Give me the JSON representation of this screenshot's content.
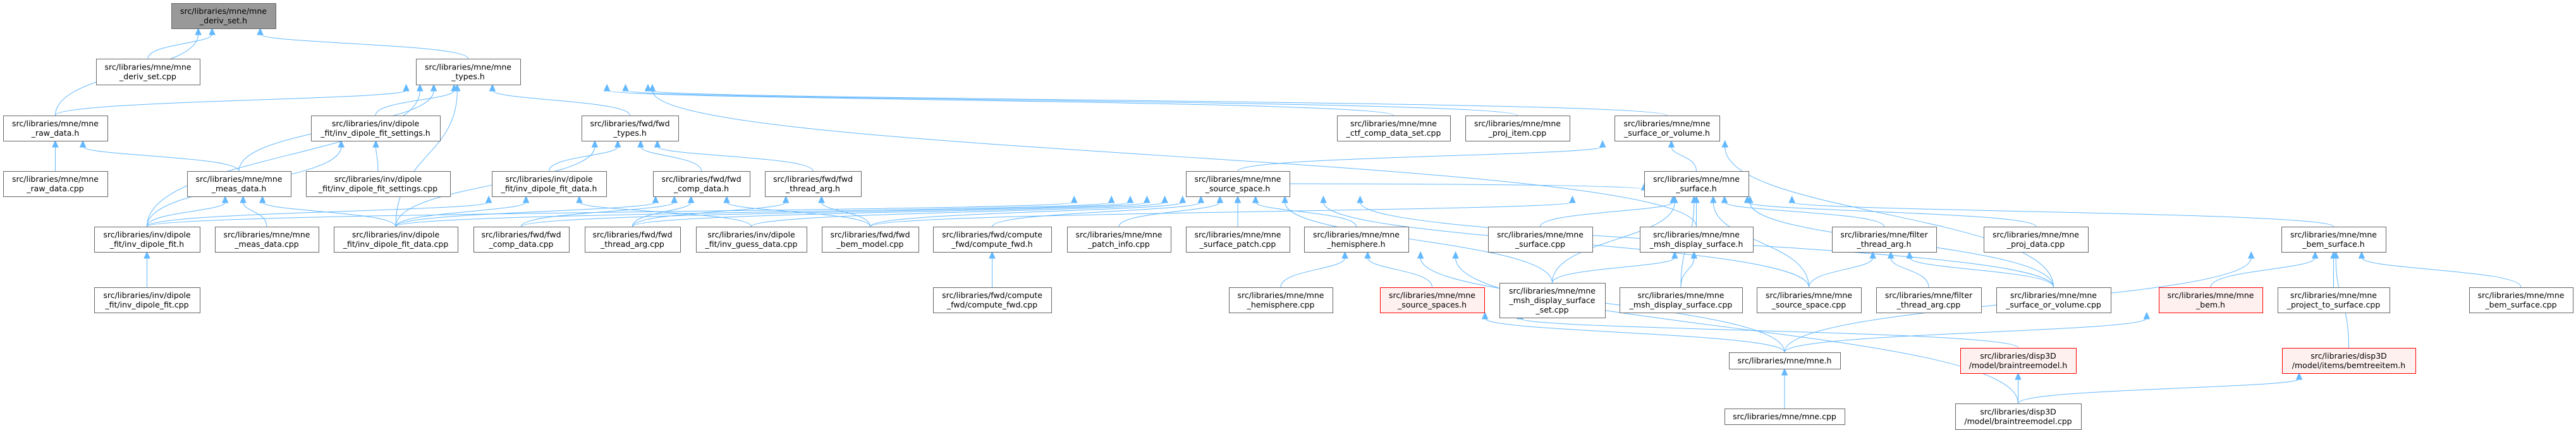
{
  "colors": {
    "edge": "#63b8ff",
    "node_border": "#666666",
    "root_fill": "#999999",
    "highlight_border": "#ff0000",
    "highlight_fill": "#fff0f0"
  },
  "nodes": [
    {
      "id": "deriv_h",
      "lines": [
        "src/libraries/mne/mne",
        "_deriv_set.h"
      ],
      "style": "root"
    },
    {
      "id": "deriv_cpp",
      "lines": [
        "src/libraries/mne/mne",
        "_deriv_set.cpp"
      ],
      "style": "normal"
    },
    {
      "id": "types_h",
      "lines": [
        "src/libraries/mne/mne",
        "_types.h"
      ],
      "style": "normal"
    },
    {
      "id": "raw_h",
      "lines": [
        "src/libraries/mne/mne",
        "_raw_data.h"
      ],
      "style": "normal"
    },
    {
      "id": "dfs_h",
      "lines": [
        "src/libraries/inv/dipole",
        "_fit/inv_dipole_fit_settings.h"
      ],
      "style": "normal"
    },
    {
      "id": "fwdtypes_h",
      "lines": [
        "src/libraries/fwd/fwd",
        "_types.h"
      ],
      "style": "normal"
    },
    {
      "id": "ctf_cpp",
      "lines": [
        "src/libraries/mne/mne",
        "_ctf_comp_data_set.cpp"
      ],
      "style": "normal"
    },
    {
      "id": "projitem_cpp",
      "lines": [
        "src/libraries/mne/mne",
        "_proj_item.cpp"
      ],
      "style": "normal"
    },
    {
      "id": "sov_h",
      "lines": [
        "src/libraries/mne/mne",
        "_surface_or_volume.h"
      ],
      "style": "normal"
    },
    {
      "id": "raw_cpp",
      "lines": [
        "src/libraries/mne/mne",
        "_raw_data.cpp"
      ],
      "style": "normal"
    },
    {
      "id": "meas_h",
      "lines": [
        "src/libraries/mne/mne",
        "_meas_data.h"
      ],
      "style": "normal"
    },
    {
      "id": "dfs_cpp",
      "lines": [
        "src/libraries/inv/dipole",
        "_fit/inv_dipole_fit_settings.cpp"
      ],
      "style": "normal"
    },
    {
      "id": "dfd_h",
      "lines": [
        "src/libraries/inv/dipole",
        "_fit/inv_dipole_fit_data.h"
      ],
      "style": "normal"
    },
    {
      "id": "fcd_h",
      "lines": [
        "src/libraries/fwd/fwd",
        "_comp_data.h"
      ],
      "style": "normal"
    },
    {
      "id": "fta_h",
      "lines": [
        "src/libraries/fwd/fwd",
        "_thread_arg.h"
      ],
      "style": "normal"
    },
    {
      "id": "ss_h",
      "lines": [
        "src/libraries/mne/mne",
        "_source_space.h"
      ],
      "style": "normal"
    },
    {
      "id": "surf_h",
      "lines": [
        "src/libraries/mne/mne",
        "_surface.h"
      ],
      "style": "normal"
    },
    {
      "id": "df_h",
      "lines": [
        "src/libraries/inv/dipole",
        "_fit/inv_dipole_fit.h"
      ],
      "style": "normal"
    },
    {
      "id": "meas_cpp",
      "lines": [
        "src/libraries/mne/mne",
        "_meas_data.cpp"
      ],
      "style": "normal"
    },
    {
      "id": "dfd_cpp",
      "lines": [
        "src/libraries/inv/dipole",
        "_fit/inv_dipole_fit_data.cpp"
      ],
      "style": "normal"
    },
    {
      "id": "fcd_cpp",
      "lines": [
        "src/libraries/fwd/fwd",
        "_comp_data.cpp"
      ],
      "style": "normal"
    },
    {
      "id": "fta_cpp",
      "lines": [
        "src/libraries/fwd/fwd",
        "_thread_arg.cpp"
      ],
      "style": "normal"
    },
    {
      "id": "igd_cpp",
      "lines": [
        "src/libraries/inv/dipole",
        "_fit/inv_guess_data.cpp"
      ],
      "style": "normal"
    },
    {
      "id": "fbm_cpp",
      "lines": [
        "src/libraries/fwd/fwd",
        "_bem_model.cpp"
      ],
      "style": "normal"
    },
    {
      "id": "cfwd_h",
      "lines": [
        "src/libraries/fwd/compute",
        "_fwd/compute_fwd.h"
      ],
      "style": "normal"
    },
    {
      "id": "patch_cpp",
      "lines": [
        "src/libraries/mne/mne",
        "_patch_info.cpp"
      ],
      "style": "normal"
    },
    {
      "id": "spatch_cpp",
      "lines": [
        "src/libraries/mne/mne",
        "_surface_patch.cpp"
      ],
      "style": "normal"
    },
    {
      "id": "hemi_h",
      "lines": [
        "src/libraries/mne/mne",
        "_hemisphere.h"
      ],
      "style": "normal"
    },
    {
      "id": "surf_cpp",
      "lines": [
        "src/libraries/mne/mne",
        "_surface.cpp"
      ],
      "style": "normal"
    },
    {
      "id": "mds_h",
      "lines": [
        "src/libraries/mne/mne",
        "_msh_display_surface.h"
      ],
      "style": "normal"
    },
    {
      "id": "fta2_h",
      "lines": [
        "src/libraries/mne/filter",
        "_thread_arg.h"
      ],
      "style": "normal"
    },
    {
      "id": "projdata_cpp",
      "lines": [
        "src/libraries/mne/mne",
        "_proj_data.cpp"
      ],
      "style": "normal"
    },
    {
      "id": "bems_h",
      "lines": [
        "src/libraries/mne/mne",
        "_bem_surface.h"
      ],
      "style": "normal"
    },
    {
      "id": "df_cpp",
      "lines": [
        "src/libraries/inv/dipole",
        "_fit/inv_dipole_fit.cpp"
      ],
      "style": "normal"
    },
    {
      "id": "cfwd_cpp",
      "lines": [
        "src/libraries/fwd/compute",
        "_fwd/compute_fwd.cpp"
      ],
      "style": "normal"
    },
    {
      "id": "hemi_cpp",
      "lines": [
        "src/libraries/mne/mne",
        "_hemisphere.cpp"
      ],
      "style": "normal"
    },
    {
      "id": "sss_h",
      "lines": [
        "src/libraries/mne/mne",
        "_source_spaces.h"
      ],
      "style": "red"
    },
    {
      "id": "mdss_cpp",
      "lines": [
        "src/libraries/mne/mne",
        "_msh_display_surface",
        "_set.cpp"
      ],
      "style": "normal"
    },
    {
      "id": "mds_cpp",
      "lines": [
        "src/libraries/mne/mne",
        "_msh_display_surface.cpp"
      ],
      "style": "normal"
    },
    {
      "id": "ss_cpp",
      "lines": [
        "src/libraries/mne/mne",
        "_source_space.cpp"
      ],
      "style": "normal"
    },
    {
      "id": "fta2_cpp",
      "lines": [
        "src/libraries/mne/filter",
        "_thread_arg.cpp"
      ],
      "style": "normal"
    },
    {
      "id": "sov_cpp",
      "lines": [
        "src/libraries/mne/mne",
        "_surface_or_volume.cpp"
      ],
      "style": "normal"
    },
    {
      "id": "bem_h",
      "lines": [
        "src/libraries/mne/mne",
        "_bem.h"
      ],
      "style": "red"
    },
    {
      "id": "pts_cpp",
      "lines": [
        "src/libraries/mne/mne",
        "_project_to_surface.cpp"
      ],
      "style": "normal"
    },
    {
      "id": "bems_cpp",
      "lines": [
        "src/libraries/mne/mne",
        "_bem_surface.cpp"
      ],
      "style": "normal"
    },
    {
      "id": "mne_h",
      "lines": [
        "src/libraries/mne/mne.h"
      ],
      "style": "normal"
    },
    {
      "id": "btm_h",
      "lines": [
        "src/libraries/disp3D",
        "/model/braintreemodel.h"
      ],
      "style": "red"
    },
    {
      "id": "bti_h",
      "lines": [
        "src/libraries/disp3D",
        "/model/items/bemtreeitem.h"
      ],
      "style": "red"
    },
    {
      "id": "mne_cpp",
      "lines": [
        "src/libraries/mne/mne.cpp"
      ],
      "style": "normal"
    },
    {
      "id": "btm_cpp",
      "lines": [
        "src/libraries/disp3D",
        "/model/braintreemodel.cpp"
      ],
      "style": "normal"
    }
  ],
  "edges": [
    [
      "deriv_cpp",
      "deriv_h"
    ],
    [
      "raw_h",
      "deriv_h"
    ],
    [
      "types_h",
      "deriv_h"
    ],
    [
      "raw_h",
      "types_h"
    ],
    [
      "dfs_h",
      "types_h"
    ],
    [
      "meas_h",
      "types_h"
    ],
    [
      "df_h",
      "types_h"
    ],
    [
      "dfd_cpp",
      "types_h"
    ],
    [
      "fwdtypes_h",
      "types_h"
    ],
    [
      "ctf_cpp",
      "types_h"
    ],
    [
      "projitem_cpp",
      "types_h"
    ],
    [
      "sov_h",
      "types_h"
    ],
    [
      "mds_h",
      "types_h"
    ],
    [
      "raw_cpp",
      "raw_h"
    ],
    [
      "meas_h",
      "raw_h"
    ],
    [
      "dfs_cpp",
      "dfs_h"
    ],
    [
      "df_h",
      "dfs_h"
    ],
    [
      "dfd_h",
      "fwdtypes_h"
    ],
    [
      "fcd_h",
      "fwdtypes_h"
    ],
    [
      "fta_h",
      "fwdtypes_h"
    ],
    [
      "dfd_cpp",
      "fwdtypes_h"
    ],
    [
      "df_h",
      "meas_h"
    ],
    [
      "meas_cpp",
      "meas_h"
    ],
    [
      "dfd_cpp",
      "meas_h"
    ],
    [
      "df_h",
      "dfd_h"
    ],
    [
      "dfd_cpp",
      "dfd_h"
    ],
    [
      "igd_cpp",
      "dfd_h"
    ],
    [
      "dfd_cpp",
      "fcd_h"
    ],
    [
      "fcd_cpp",
      "fcd_h"
    ],
    [
      "fta_cpp",
      "fcd_h"
    ],
    [
      "fbm_cpp",
      "fcd_h"
    ],
    [
      "fta_cpp",
      "fta_h"
    ],
    [
      "fbm_cpp",
      "fta_h"
    ],
    [
      "df_cpp",
      "df_h"
    ],
    [
      "df_h",
      "ss_h"
    ],
    [
      "dfd_cpp",
      "ss_h"
    ],
    [
      "fcd_cpp",
      "ss_h"
    ],
    [
      "fta_cpp",
      "ss_h"
    ],
    [
      "igd_cpp",
      "ss_h"
    ],
    [
      "fbm_cpp",
      "ss_h"
    ],
    [
      "cfwd_h",
      "ss_h"
    ],
    [
      "patch_cpp",
      "ss_h"
    ],
    [
      "spatch_cpp",
      "ss_h"
    ],
    [
      "hemi_h",
      "ss_h"
    ],
    [
      "ss_cpp",
      "ss_h"
    ],
    [
      "sov_cpp",
      "ss_h"
    ],
    [
      "mdss_cpp",
      "ss_h"
    ],
    [
      "cfwd_cpp",
      "cfwd_h"
    ],
    [
      "ss_h",
      "surf_h"
    ],
    [
      "ss_h",
      "sov_h"
    ],
    [
      "surf_h",
      "sov_h"
    ],
    [
      "sov_cpp",
      "sov_h"
    ],
    [
      "surf_cpp",
      "surf_h"
    ],
    [
      "mds_h",
      "surf_h"
    ],
    [
      "mdss_cpp",
      "surf_h"
    ],
    [
      "mds_cpp",
      "surf_h"
    ],
    [
      "fta2_h",
      "surf_h"
    ],
    [
      "projdata_cpp",
      "surf_h"
    ],
    [
      "ss_cpp",
      "surf_h"
    ],
    [
      "sov_cpp",
      "surf_h"
    ],
    [
      "bems_h",
      "surf_h"
    ],
    [
      "fbm_cpp",
      "surf_h"
    ],
    [
      "hemi_cpp",
      "hemi_h"
    ],
    [
      "sss_h",
      "hemi_h"
    ],
    [
      "mne_h",
      "hemi_h"
    ],
    [
      "btm_cpp",
      "hemi_h"
    ],
    [
      "mdss_cpp",
      "mds_h"
    ],
    [
      "mds_cpp",
      "mds_h"
    ],
    [
      "mne_h",
      "sss_h"
    ],
    [
      "btm_h",
      "sss_h"
    ],
    [
      "ss_cpp",
      "fta2_h"
    ],
    [
      "fta2_cpp",
      "fta2_h"
    ],
    [
      "sov_cpp",
      "fta2_h"
    ],
    [
      "bem_h",
      "bems_h"
    ],
    [
      "pts_cpp",
      "bems_h"
    ],
    [
      "bems_cpp",
      "bems_h"
    ],
    [
      "mne_h",
      "bems_h"
    ],
    [
      "bti_h",
      "bems_h"
    ],
    [
      "mne_h",
      "bem_h"
    ],
    [
      "mne_cpp",
      "mne_h"
    ],
    [
      "btm_cpp",
      "btm_h"
    ],
    [
      "btm_cpp",
      "bti_h"
    ]
  ]
}
